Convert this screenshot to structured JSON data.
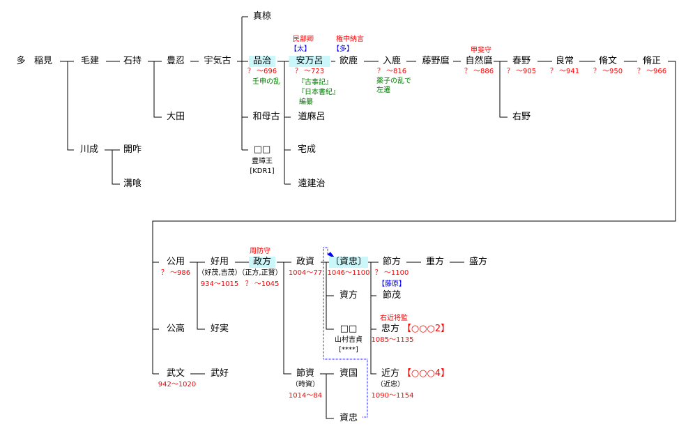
{
  "colors": {
    "note": "#ff0000",
    "event": "#008000",
    "clan": "#0000ff",
    "highlight": "#ccf7fa"
  },
  "row1": {
    "o": "多",
    "inami": "稲見",
    "keken": "毛建",
    "ishimochi": "石持",
    "toyooshi": "豊忍",
    "ukiko": "宇気古",
    "makura": "真椋",
    "honji": "品治",
    "honji_life": "？ ～696",
    "honji_event": "壬申の乱",
    "wamoko": "和母古",
    "unknown1": "□□",
    "unknown1_alias": "豊璋王",
    "unknown1_code": "[KDR1]",
    "yasumaro": "安万呂",
    "yasumaro_title": "民部卿",
    "yasumaro_clan": "【太】",
    "yasumaro_life": "？ ～723",
    "yasumaro_work1": "『古事記』",
    "yasumaro_work2": "『日本書紀』",
    "yasumaro_work3": "編纂",
    "michimaro": "道麻呂",
    "takunari": "宅成",
    "tokeji": "遠建治",
    "ota": "大田",
    "kawanari": "川成",
    "kaisaku": "開咋",
    "mizokui": "溝喰",
    "inkashika": "飲鹿",
    "inka_title": "権中納言",
    "inka_clan": "【多】",
    "iruka": "入鹿",
    "iruka_life": "？ ～816",
    "iruka_event1": "薬子の乱で",
    "iruka_event2": "左遷",
    "fujinomaro": "藤野麿",
    "jinenmaro": "自然麿",
    "jinen_title": "甲斐守",
    "jinen_life": "？ ～886",
    "haruno": "春野",
    "haruno_life": "？ ～905",
    "yoshitsune": "良常",
    "yoshitsune_life": "？ ～941",
    "nagafumi": "脩文",
    "nagafumi_life": "？ ～950",
    "nagamasa": "脩正",
    "nagamasa_life": "？ ～966",
    "uno": "右野"
  },
  "row2": {
    "kimimochi": "公用",
    "kimimochi_life": "？ ～986",
    "yoshimochi": "好用",
    "yoshimochi_alias": "（好茂,吉茂）",
    "yoshimochi_life": "934～1015",
    "masakata": "政方",
    "masakata_title": "周防守",
    "masakata_alias": "（正方,正賢）",
    "masakata_life": "？ ～1045",
    "masasuke": "政資",
    "masasuke_life": "1004～77",
    "suketada": "〔資忠〕",
    "suketada_life": "1046～1100",
    "tokikata": "節方",
    "tokikata_life": "？ ～1100",
    "shigekata": "重方",
    "morikata": "盛方",
    "fujiwara": "【藤原】",
    "tokishige": "節茂",
    "sukekata": "資方",
    "unknown2": "□□",
    "unknown2_alias": "山村吉貞",
    "unknown2_code": "[****]",
    "tadakata": "忠方",
    "tadakata_title": "右近将監",
    "tadakata_code": "【○○○2】",
    "tadakata_life": "1085～1135",
    "kimitaka": "公高",
    "yoshizane": "好実",
    "takefumi": "武文",
    "takefumi_life": "942～1020",
    "takeyoshi": "武好",
    "tokisuke": "節資",
    "tokisuke_alias": "（時資）",
    "tokisuke_life": "1014～84",
    "sukekuni": "資国",
    "suketada2": "資忠",
    "chikakata": "近方",
    "chikakata_code": "【○○○4】",
    "chikakata_alias": "（近忠）",
    "chikakata_life": "1090～1154"
  }
}
